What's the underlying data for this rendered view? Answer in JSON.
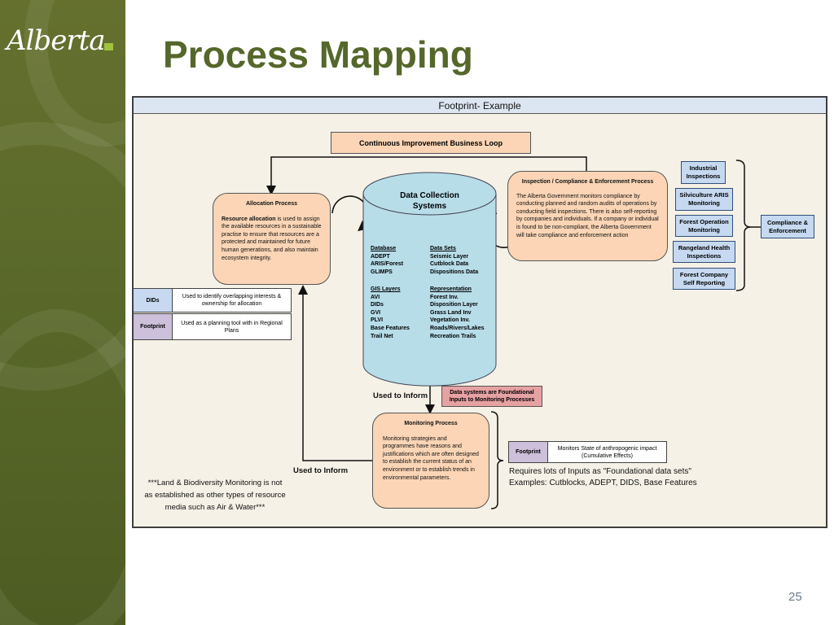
{
  "slide": {
    "logo_text": "Alberta",
    "title": "Process Mapping",
    "page_number": "25"
  },
  "diagram": {
    "header": "Footprint- Example",
    "loop_label": "Continuous Improvement Business Loop",
    "data_collection": {
      "title_line1": "Data Collection",
      "title_line2": "Systems",
      "database_heading": "Database",
      "database_items": [
        "ADEPT",
        "ARIS/Forest",
        "GLIMPS"
      ],
      "datasets_heading": "Data Sets",
      "datasets_items": [
        "Seismic Layer",
        "Cutblock Data",
        "Dispositions Data"
      ],
      "gis_heading": "GIS Layers",
      "gis_items": [
        "AVI",
        "DIDs",
        "GVI",
        "PLVI",
        "Base Features",
        "Trail Net"
      ],
      "representation_heading": "Representation",
      "representation_items": [
        "Forest Inv.",
        "Disposition Layer",
        "Grass Land Inv",
        "Vegetation Inv.",
        "Roads/Rivers/Lakes",
        "Recreation Trails"
      ]
    },
    "allocation": {
      "title": "Allocation Process",
      "lead": "Resource allocation",
      "body": " is used to assign the available resources in a sustainable practise to ensure that resources are a protected and maintained for future human generations, and also maintain ecosystem integrity."
    },
    "inspection": {
      "title": "Inspection / Compliance & Enforcement Process",
      "body": "The Alberta Government monitors compliance by conducting planned and random audits of operations by conducting field inspections. There is also self-reporting by companies and individuals. If a company or individual is found to be non-compliant, the Alberta Government will take compliance and enforcement action"
    },
    "monitoring": {
      "title": "Monitoring Process",
      "body": "Monitoring strategies and programmes have reasons and justifications which are often designed to establish the current status of an environment or to establish trends in environmental parameters."
    },
    "inspection_types": [
      "Industrial Inspections",
      "Silviculture ARIS Monitoring",
      "Forest Operation Monitoring",
      "Rangeland Health Inspections",
      "Forest Company Self Reporting"
    ],
    "compliance_label": "Compliance & Enforcement",
    "left_table": [
      {
        "key": "DIDs",
        "value": "Used to identify overlapping interests & ownership for allocation"
      },
      {
        "key": "Footprint",
        "value": "Used as a planning tool with in Regional Plans"
      }
    ],
    "foundation_note": "Data systems are Foundational Inputs to Monitoring Processes",
    "used_to_inform_1": "Used to Inform",
    "used_to_inform_2": "Used to Inform",
    "footprint_key": "Footprint",
    "footprint_value": "Monitors State of anthropogenic impact (Cumulative Effects)",
    "requires_line1": "Requires lots of Inputs as \"Foundational data sets\"",
    "requires_line2": "Examples: Cutblocks, ADEPT, DIDS, Base Features",
    "land_note_line1": "***Land & Biodiversity Monitoring is not",
    "land_note_line2": "as established as other types of resource",
    "land_note_line3": "media such as Air & Water***"
  },
  "colors": {
    "sidebar": "#5b6a2a",
    "title": "#55672a",
    "process_box": "#fbd5b5",
    "cylinder": "#b7dde8",
    "blue_box": "#c6d9f1",
    "footprint_key": "#ccc0da",
    "dids_key": "#c6d9f1",
    "foundation_box": "#e6a1a3"
  }
}
